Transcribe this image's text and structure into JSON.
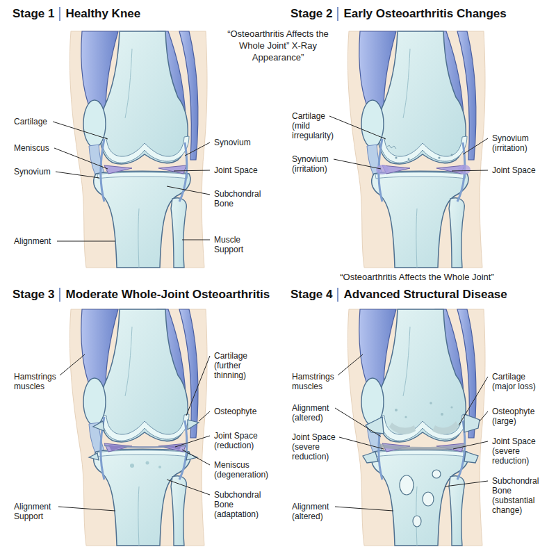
{
  "diagram": {
    "labels": [
      "Stage 1",
      "Healthy Knee",
      "Stage 2",
      "Early Osteoarthritis Changes",
      "“Osteoarthritis Affects the Whole Joint” X-Ray Appearance”",
      "Cartilage",
      "Meniscus",
      "Synovium",
      "Alignment",
      "Synovium",
      "Joint Space",
      "Subchondral Bone",
      "Muscle Support",
      "Cartilage (mild irregularity)",
      "Synovium (irritation)",
      "Synovium (irritation)",
      "Joint Space",
      "“Osteoarthritis Affects the Whole Joint”",
      "Stage 3",
      "Moderate Whole-Joint Osteoarthritis",
      "Stage 4",
      "Advanced Structural Disease",
      "Hamstrings muscles",
      "Alignment Support",
      "Cartilage (further thinning)",
      "Osteophyte",
      "Joint Space (reduction)",
      "Meniscus (degeneration)",
      "Subchondral Bone (adaptation)",
      "Hamstrings muscles",
      "Alignment (altered)",
      "Joint Space (severe reduction)",
      "Alignment (altered)",
      "Cartilage (major loss)",
      "Osteophyte (large)",
      "Joint Space (severe reduction)",
      "Subchondral Bone (substantial change)"
    ]
  }
}
